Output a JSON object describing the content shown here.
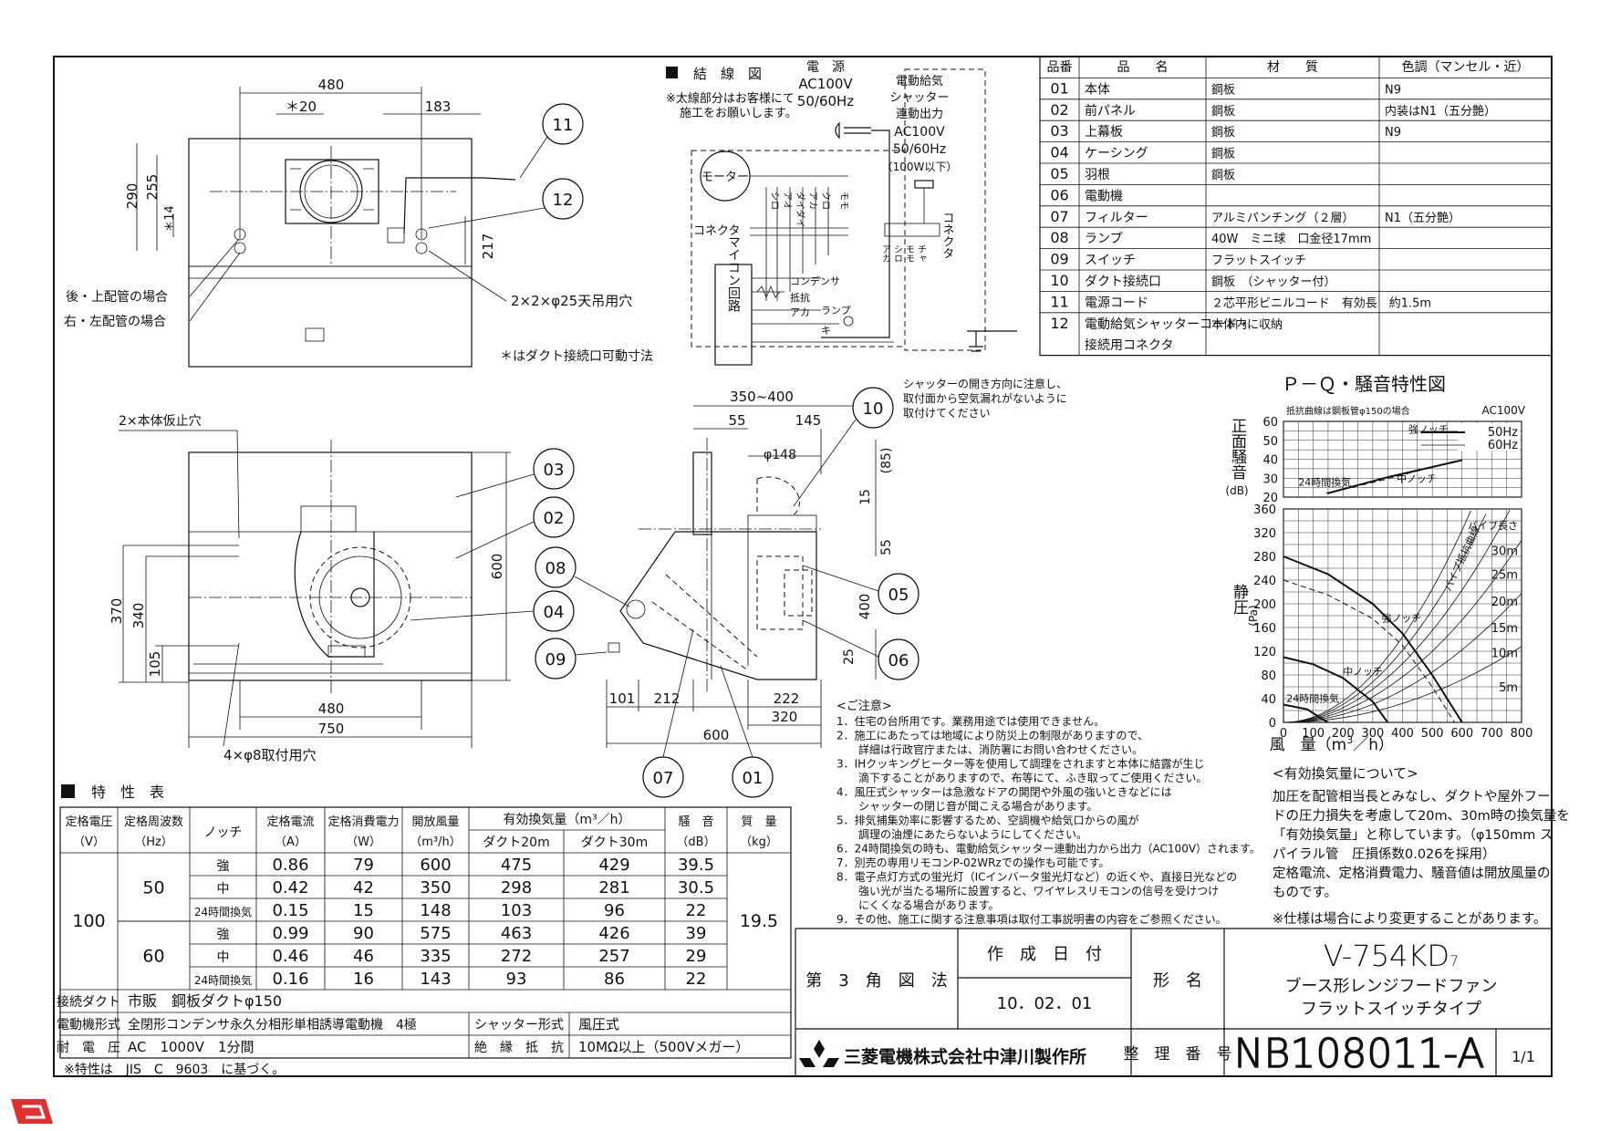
{
  "parts_table": {
    "headers": [
      "品番",
      "品　　名",
      "材　　質",
      "色調（マンセル・近）"
    ],
    "rows": [
      [
        "01",
        "本体",
        "鋼板",
        "N9"
      ],
      [
        "02",
        "前パネル",
        "鋼板",
        "内装はN1（五分艶）"
      ],
      [
        "03",
        "上幕板",
        "鋼板",
        "N9"
      ],
      [
        "04",
        "ケーシング",
        "鋼板",
        ""
      ],
      [
        "05",
        "羽根",
        "鋼板",
        ""
      ],
      [
        "06",
        "電動機",
        "",
        ""
      ],
      [
        "07",
        "フィルター",
        "アルミパンチング（２層）",
        "N1（五分艶）"
      ],
      [
        "08",
        "ランプ",
        "40W　ミニ球　口金径17mm",
        ""
      ],
      [
        "09",
        "スイッチ",
        "フラットスイッチ",
        ""
      ],
      [
        "10",
        "ダクト接続口",
        "鋼板　（シャッター付）",
        ""
      ],
      [
        "11",
        "電源コード",
        "２芯平形ビニルコード　有効長　約1.5m",
        ""
      ],
      [
        "12",
        "電動給気シャッターコード・",
        "本体内に収納",
        ""
      ]
    ],
    "row12_extra": "接続用コネクタ"
  },
  "wiring": {
    "title": "結　線　図",
    "note1": "※太線部分はお客様にて",
    "note2": "施工をお願いします。",
    "power_title": "電　源",
    "power_v": "AC100V",
    "power_hz": "50/60Hz",
    "shutter_lines": [
      "電動給気",
      "シャッター",
      "連動出力",
      "AC100V",
      "50/60Hz",
      "（100W以下）"
    ],
    "motor": "モーター",
    "connector": "コネクタ",
    "connector_v": "コネクタ",
    "micom": "マイコン回路",
    "condenser": "コンデンサ",
    "resistor": "抵抗",
    "lamp": "ランプ",
    "aka": "アカ",
    "ki": "キ",
    "wire_colors": [
      "シロ",
      "アオ",
      "ダイダイ",
      "アカ",
      "クロ",
      "モモ"
    ],
    "wire_colors2": [
      "シロ",
      "アオ",
      "ダイダイ",
      "アカ"
    ],
    "right_colors": [
      "アカ",
      "シロ",
      "モモ",
      "チャ"
    ]
  },
  "top_view": {
    "dims": [
      "480",
      "＊20",
      "183",
      "290",
      "255",
      "＊14",
      "217"
    ],
    "balloons": [
      "11",
      "12"
    ],
    "label_rear": "後・上配管の場合",
    "label_side": "右・左配管の場合",
    "label_holes": "2×2×φ25天吊用穴",
    "note_star": "＊はダクト接続口可動寸法"
  },
  "front_view": {
    "label_temp": "2×本体仮止穴",
    "dims": [
      "370",
      "340",
      "105",
      "600",
      "480",
      "750"
    ],
    "label_mount": "4×φ8取付用穴",
    "balloons": [
      "03",
      "02",
      "08",
      "04",
      "09"
    ]
  },
  "side_view": {
    "dims": [
      "350~400",
      "55",
      "145",
      "φ148",
      "(85)",
      "15",
      "55",
      "400",
      "25",
      "101",
      "212",
      "222",
      "320",
      "600"
    ],
    "balloons": [
      "10",
      "05",
      "06",
      "07",
      "01"
    ],
    "shutter_note": [
      "シャッターの開き方向に注意し、",
      "取付面から空気漏れがないように",
      "取付けてください"
    ]
  },
  "chart_data": {
    "type": "line",
    "title": "Ｐ－Ｑ・騒音特性図",
    "subtitle": "抵抗曲線は鋼板管φ150の場合",
    "power": "AC100V",
    "noise_ylabel": "正面騒音",
    "noise_unit": "(dB)",
    "pressure_ylabel": "静圧",
    "pressure_unit": "(Pa)",
    "xlabel": "風　量（m",
    "xlabel_sup": "3",
    "xlabel_end": "／h）",
    "xlim": [
      0,
      800
    ],
    "x_ticks": [
      "0",
      "100",
      "200",
      "300",
      "400",
      "500",
      "600",
      "700",
      "800"
    ],
    "noise_ylim": [
      20,
      60
    ],
    "noise_ticks": [
      "20",
      "30",
      "40",
      "50",
      "60"
    ],
    "pressure_ylim": [
      0,
      360
    ],
    "pressure_ticks": [
      "0",
      "40",
      "80",
      "120",
      "160",
      "200",
      "240",
      "280",
      "320",
      "360"
    ],
    "legend": [
      "50Hz",
      "60Hz"
    ],
    "labels": {
      "strong": "強ノッチ",
      "medium": "中ノッチ",
      "h24": "24時間換気",
      "pipe_len": "パイプ長さ",
      "resistance": "パイプ抵抗曲線"
    },
    "pipe_lengths": [
      "30m",
      "25m",
      "20m",
      "15m",
      "10m",
      "5m"
    ],
    "noise_series": [
      {
        "name": "50Hz",
        "points": [
          [
            148,
            22
          ],
          [
            350,
            30.5
          ],
          [
            600,
            39.5
          ]
        ]
      },
      {
        "name": "60Hz",
        "points": [
          [
            143,
            22
          ],
          [
            335,
            29
          ],
          [
            575,
            39
          ]
        ]
      }
    ],
    "pq_series": [
      {
        "name": "50Hz",
        "notch": "強",
        "points": [
          [
            0,
            280
          ],
          [
            150,
            250
          ],
          [
            300,
            200
          ],
          [
            400,
            150
          ],
          [
            500,
            80
          ],
          [
            600,
            0
          ]
        ]
      },
      {
        "name": "60Hz",
        "notch": "強",
        "points": [
          [
            0,
            240
          ],
          [
            150,
            215
          ],
          [
            300,
            175
          ],
          [
            400,
            130
          ],
          [
            500,
            60
          ],
          [
            575,
            0
          ]
        ]
      },
      {
        "name": "50Hz",
        "notch": "中",
        "points": [
          [
            0,
            110
          ],
          [
            100,
            98
          ],
          [
            200,
            75
          ],
          [
            300,
            35
          ],
          [
            350,
            0
          ]
        ]
      },
      {
        "name": "50Hz",
        "notch": "24時間換気",
        "points": [
          [
            0,
            30
          ],
          [
            80,
            22
          ],
          [
            148,
            0
          ]
        ]
      }
    ],
    "resistance_curves": [
      {
        "name": "30m",
        "k": 0.0009
      },
      {
        "name": "25m",
        "k": 0.00076
      },
      {
        "name": "20m",
        "k": 0.00062
      },
      {
        "name": "15m",
        "k": 0.00048
      },
      {
        "name": "10m",
        "k": 0.00034
      },
      {
        "name": "5m",
        "k": 0.0002
      }
    ]
  },
  "effective_note": {
    "title": "<有効換気量について>",
    "lines": [
      "加圧を配管相当長とみなし、ダクトや屋外フー",
      "ドの圧力損失を考慮して20m、30m時の換気量を",
      "「有効換気量」と称しています。（φ150mm ス",
      "パイラル管　圧損係数0.026を採用）",
      "定格電流、定格消費電力、騒音値は開放風量の",
      "ものです。",
      "※仕様は場合により変更することがあります。"
    ]
  },
  "cautions": {
    "title": "<ご注意>",
    "lines": [
      "1．住宅の台所用です。業務用途では使用できません。",
      "2．施工にあたっては地域により防災上の制限がありますので、",
      "　　詳細は行政官庁または、消防署にお問い合わせください。",
      "3．IHクッキングヒーター等を使用して調理をされますと本体に結露が生じ",
      "　　滴下することがありますので、布等にて、ふき取ってご使用ください。",
      "4．風圧式シャッターは急激なドアの開閉や外風の強いときなどには",
      "　　シャッターの閉じ音が聞こえる場合があります。",
      "5．排気捕集効率に影響するため、空調機や給気口からの風が",
      "　　調理の油煙にあたらないようにしてください。",
      "6．24時間換気の時も、電動給気シャッター連動出力から出力（AC100V）されます。",
      "7．別売の専用リモコンP-02WRzでの操作も可能です。",
      "8．電子点灯方式の蛍光灯（ICインバータ蛍光灯など）の近くや、直接日光などの",
      "　　強い光が当たる場所に設置すると、ワイヤレスリモコンの信号を受けつけ",
      "　　にくくなる場合があります。",
      "9．その他、施工に関する注意事項は取付工事説明書の内容をご参照ください。"
    ]
  },
  "spec_table": {
    "title": "特　性　表",
    "headers": {
      "voltage": [
        "定格電圧",
        "（V）"
      ],
      "freq": [
        "定格周波数",
        "（Hz）"
      ],
      "notch": "ノッチ",
      "current": [
        "定格電流",
        "（A）"
      ],
      "power": [
        "定格消費電力",
        "（W）"
      ],
      "open_flow": [
        "開放風量",
        "（m³/h）"
      ],
      "effective": "有効換気量（m³／h）",
      "duct20": "ダクト20m",
      "duct30": "ダクト30m",
      "noise": [
        "騒　音",
        "（dB）"
      ],
      "mass": [
        "質　量",
        "（kg）"
      ]
    },
    "voltage": "100",
    "mass": "19.5",
    "groups": [
      {
        "freq": "50",
        "rows": [
          {
            "notch": "強",
            "a": "0.86",
            "w": "79",
            "open": "600",
            "d20": "475",
            "d30": "429",
            "db": "39.5"
          },
          {
            "notch": "中",
            "a": "0.42",
            "w": "42",
            "open": "350",
            "d20": "298",
            "d30": "281",
            "db": "30.5"
          },
          {
            "notch": "24時間換気",
            "a": "0.15",
            "w": "15",
            "open": "148",
            "d20": "103",
            "d30": "96",
            "db": "22"
          }
        ]
      },
      {
        "freq": "60",
        "rows": [
          {
            "notch": "強",
            "a": "0.99",
            "w": "90",
            "open": "575",
            "d20": "463",
            "d30": "426",
            "db": "39"
          },
          {
            "notch": "中",
            "a": "0.46",
            "w": "46",
            "open": "335",
            "d20": "272",
            "d30": "257",
            "db": "29"
          },
          {
            "notch": "24時間換気",
            "a": "0.16",
            "w": "16",
            "open": "143",
            "d20": "93",
            "d30": "86",
            "db": "22"
          }
        ]
      }
    ],
    "duct_label": "接続ダクト",
    "duct_value": "市販　鋼板ダクトφ150",
    "motor_label": "電動機形式",
    "motor_value": "全閉形コンデンサ永久分相形単相誘導電動機　4極",
    "shutter_label": "シャッター形式",
    "shutter_value": "風圧式",
    "withstand_label": "耐　電　圧",
    "withstand_value": "AC　1000V　1分間",
    "insulation_label": "絶　縁　抵　抗",
    "insulation_value": "10MΩ以上（500Vメガー）",
    "footnote": "※特性は　JIS　C　9603　に基づく。"
  },
  "title_block": {
    "projection": "第　3　角　図　法",
    "date_label": "作　成　日　付",
    "date": "10．02．01",
    "model_label": "形　名",
    "model": "V-754KD",
    "model_sub": "7",
    "name1": "ブース形レンジフードファン",
    "name2": "フラットスイッチタイプ",
    "company": "三菱電機株式会社中津川製作所",
    "serial_label": "整　理　番　号",
    "serial": "NB108011-A",
    "page": "1/1"
  },
  "colors": {
    "line": "#111111",
    "accent_red": "#e03030",
    "paper": "#ffffff"
  }
}
